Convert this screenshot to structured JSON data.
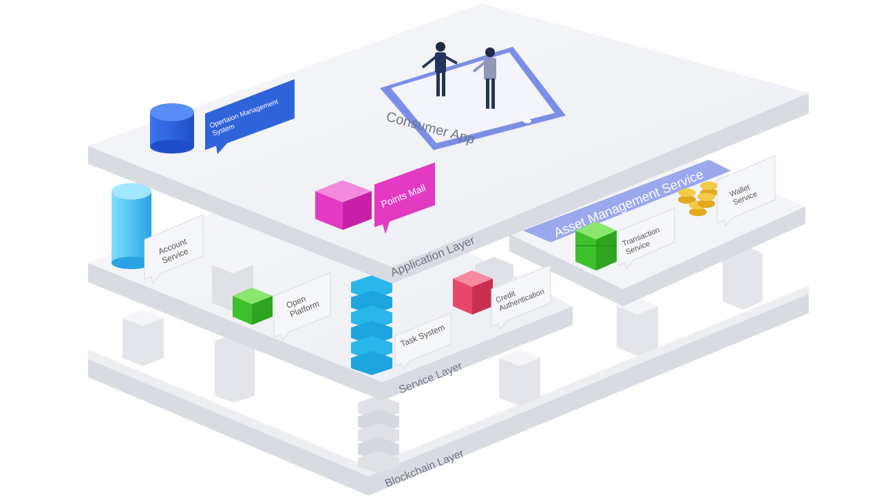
{
  "layers": {
    "application": "Application Layer",
    "service": "Service Layer",
    "blockchain": "Blockchain Layer"
  },
  "components": {
    "consumer_app": "Consumer App",
    "operation_mgmt": [
      "Opertaion Management",
      "System"
    ],
    "points_mall": "Points Mall",
    "asset_mgmt": "Asset Management Service",
    "wallet": [
      "Wallet",
      "Service"
    ],
    "transaction": [
      "Transaction",
      "Service"
    ],
    "account": [
      "Account",
      "Service"
    ],
    "open_platform": [
      "Open",
      "Platform"
    ],
    "credit_auth": [
      "Credit",
      "Authentication"
    ],
    "task_system": "Task System"
  },
  "colors": {
    "platform_top": "#f1f2f6",
    "platform_side": "#dcdee4",
    "blue": "#2f63d9",
    "cyan": "#2ab6ea",
    "magenta": "#e23ac2",
    "green": "#49c93a",
    "pink": "#e8476b",
    "gold": "#f2c23a",
    "phone": "#7b8ee6"
  }
}
